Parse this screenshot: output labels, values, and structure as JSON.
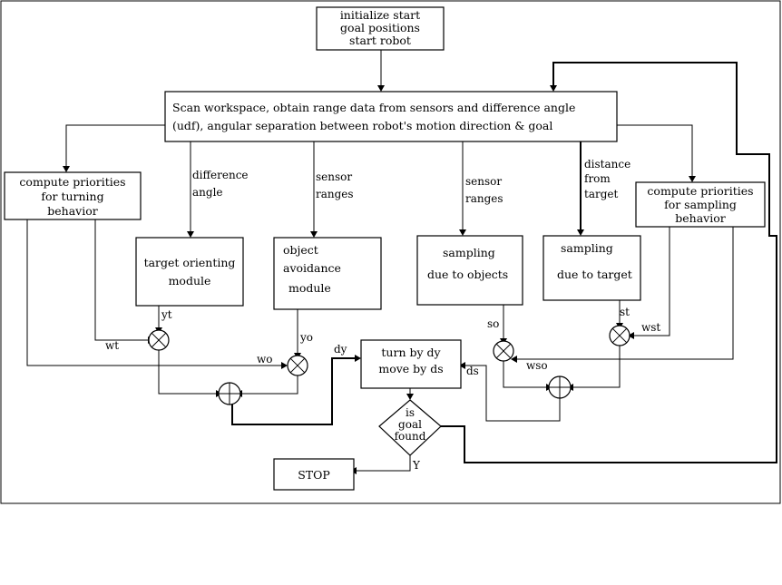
{
  "boxes": {
    "init": [
      "initialize start",
      "goal positions",
      "start robot"
    ],
    "scan": [
      "Scan workspace, obtain range data from sensors and difference angle",
      "(udf), angular separation between robot's motion direction & goal"
    ],
    "turn_priorities": [
      "compute priorities",
      "for turning",
      "behavior"
    ],
    "target_orienting": [
      "target orienting",
      "module"
    ],
    "object_avoidance": [
      "object",
      "avoidance",
      "module"
    ],
    "sampling_objects": [
      "sampling",
      "due to objects"
    ],
    "sampling_target": [
      "sampling",
      "due to target"
    ],
    "sampling_priorities": [
      "compute priorities",
      "for sampling",
      "behavior"
    ],
    "turn_move": [
      "turn by dy",
      "move by ds"
    ],
    "decision": [
      "is",
      "goal",
      "found"
    ],
    "stop": "STOP"
  },
  "labels": {
    "difference_angle": [
      "difference",
      "angle"
    ],
    "sensor_ranges_left": [
      "sensor",
      "ranges"
    ],
    "sensor_ranges_right": [
      "sensor",
      "ranges"
    ],
    "distance_target": [
      "distance",
      "from",
      "target"
    ],
    "yt": "yt",
    "yo": "yo",
    "wt": "wt",
    "wo": "wo",
    "dy": "dy",
    "ds": "ds",
    "so": "so",
    "st": "st",
    "wst": "wst",
    "wso": "wso",
    "yes": "Y"
  }
}
